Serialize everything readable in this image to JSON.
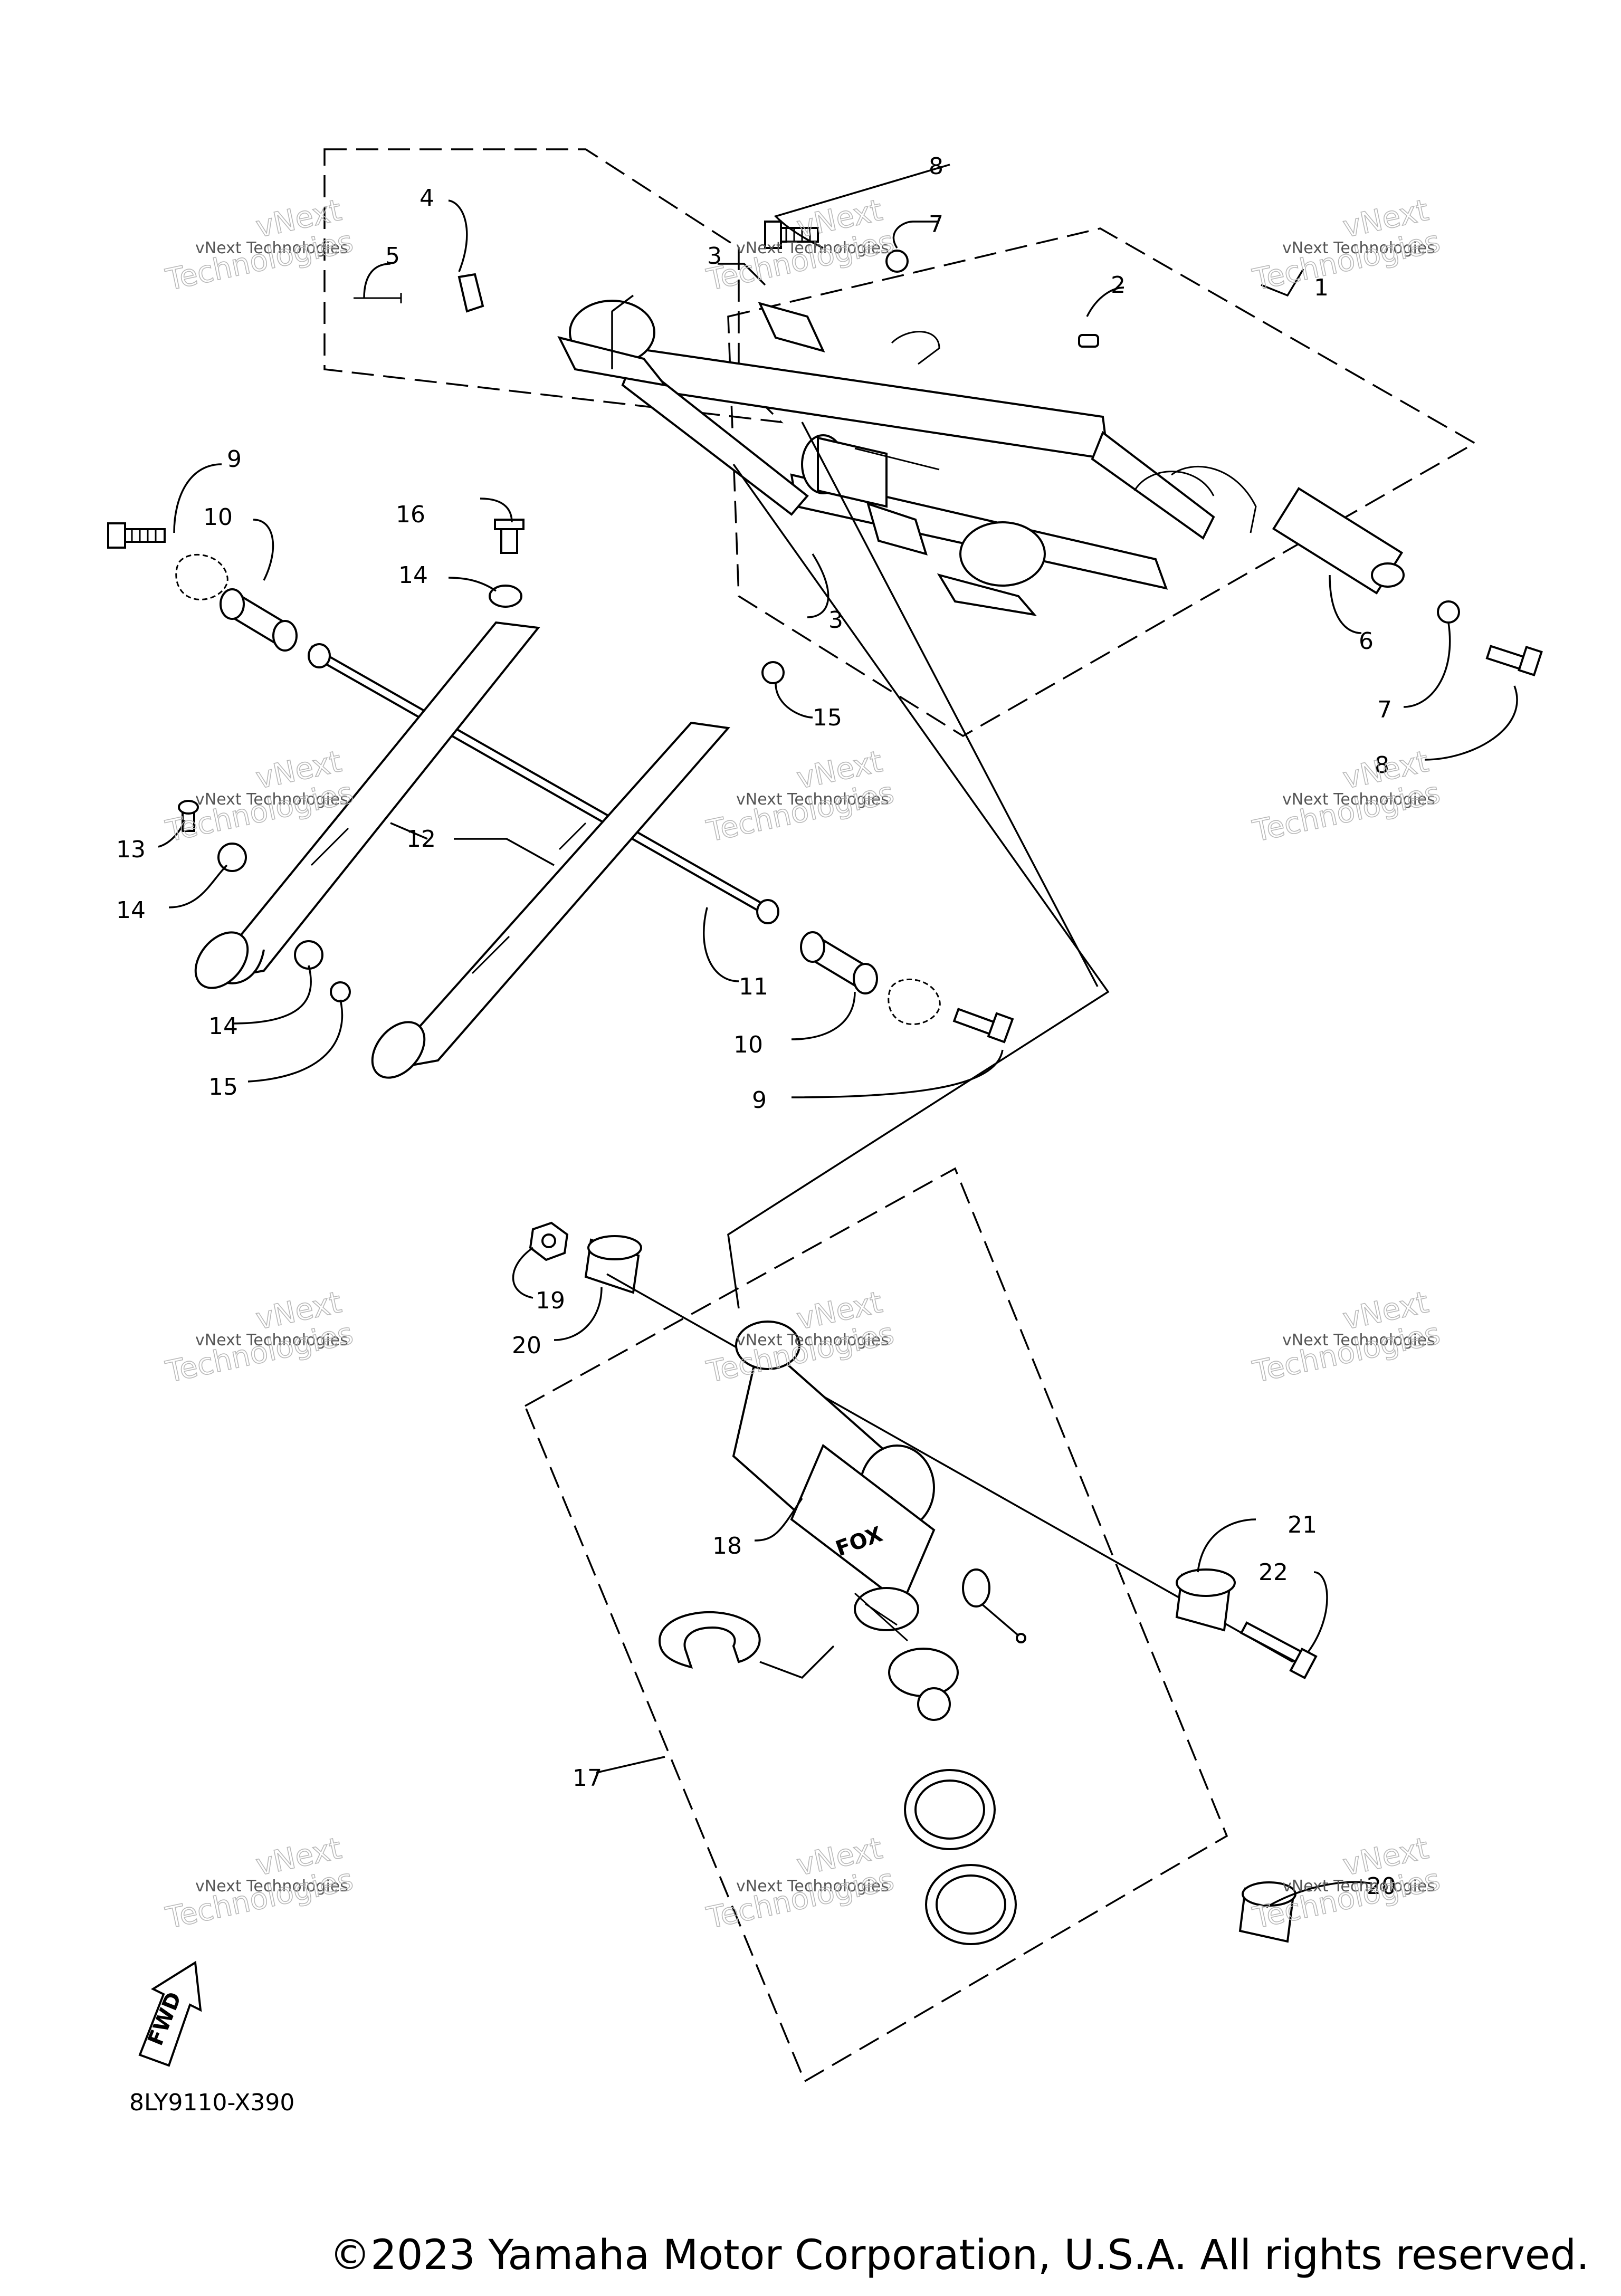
{
  "diagram": {
    "code": "8LY9110-X390",
    "fwd_label": "FWD",
    "watermark": {
      "line1": "vNext Technologies",
      "line2": "vNext",
      "line3": "Technologies"
    },
    "callouts": [
      "1",
      "2",
      "3",
      "4",
      "5",
      "6",
      "7",
      "8",
      "9",
      "10",
      "11",
      "12",
      "13",
      "14",
      "15",
      "16",
      "17",
      "18",
      "19",
      "20",
      "21",
      "22"
    ],
    "copyright": "©2023 Yamaha Motor Corporation, U.S.A. All rights reserved."
  }
}
